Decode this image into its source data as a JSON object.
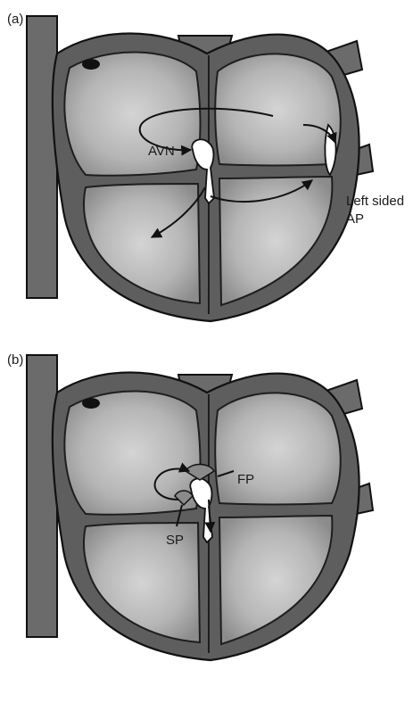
{
  "panels": [
    {
      "panel_label": "(a)",
      "labels": {
        "avn": "AVN",
        "ap_line1": "Left sided",
        "ap_line2": "AP"
      }
    },
    {
      "panel_label": "(b)",
      "labels": {
        "fp": "FP",
        "sp": "SP"
      }
    }
  ]
}
